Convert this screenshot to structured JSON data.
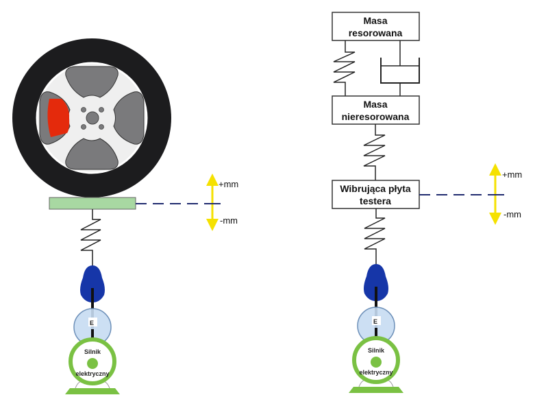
{
  "diagram": {
    "left_view": {
      "plus_label": "+mm",
      "minus_label": "-mm",
      "exciter_label": "E",
      "motor_line1": "Silnik",
      "motor_line2": "elektryczny"
    },
    "right_view": {
      "sprung_mass_line1": "Masa",
      "sprung_mass_line2": "resorowana",
      "unsprung_mass_line1": "Masa",
      "unsprung_mass_line2": "nieresorowana",
      "plate_line1": "Wibrująca płyta",
      "plate_line2": "testera",
      "plus_label": "+mm",
      "minus_label": "-mm",
      "exciter_label": "E",
      "motor_line1": "Silnik",
      "motor_line2": "elektryczny"
    },
    "colors": {
      "tire": "#1c1c1e",
      "rim": "#efefef",
      "spoke_cutout": "#7a7a7c",
      "brake_caliper": "#e42a0c",
      "plate": "#a8d8a2",
      "dash_line": "#1f2a6e",
      "arrow": "#f5e100",
      "cam": "#1636a8",
      "exciter": "#c7dcf2",
      "motor": "#7ac143"
    }
  }
}
